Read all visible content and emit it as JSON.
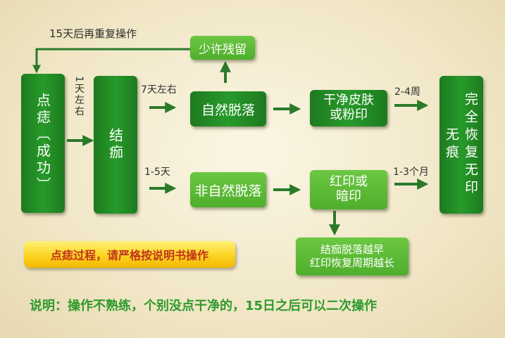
{
  "top_loop_label": "15天后再重复操作",
  "boxes": {
    "dianzhi": "点痣〔成功〕",
    "jieqie": "结痂",
    "shaoxu": "少许残留",
    "ziran": "自然脱落",
    "feiziran": "非自然脱落",
    "ganjing": "干净皮肤或粉印",
    "hongyin": "红印或暗印",
    "wanquan": "完全恢复无印无痕",
    "jieqie_note_line1": "结痂脱落越早",
    "jieqie_note_line2": "红印恢复周期越长"
  },
  "edge_labels": {
    "day1": "1天左右",
    "day7": "7天左右",
    "day1_5": "1-5天",
    "week2_4": "2-4周",
    "month1_3": "1-3个月"
  },
  "warning": "点痣过程，请严格按说明书操作",
  "footnote": "说明：操作不熟练，个别没点干净的，15日之后可以二次操作",
  "colors": {
    "dark_green": "#1f8a22",
    "light_green": "#5bb934",
    "warning_text": "#c0331b",
    "footnote_text": "#2f9a2c"
  }
}
